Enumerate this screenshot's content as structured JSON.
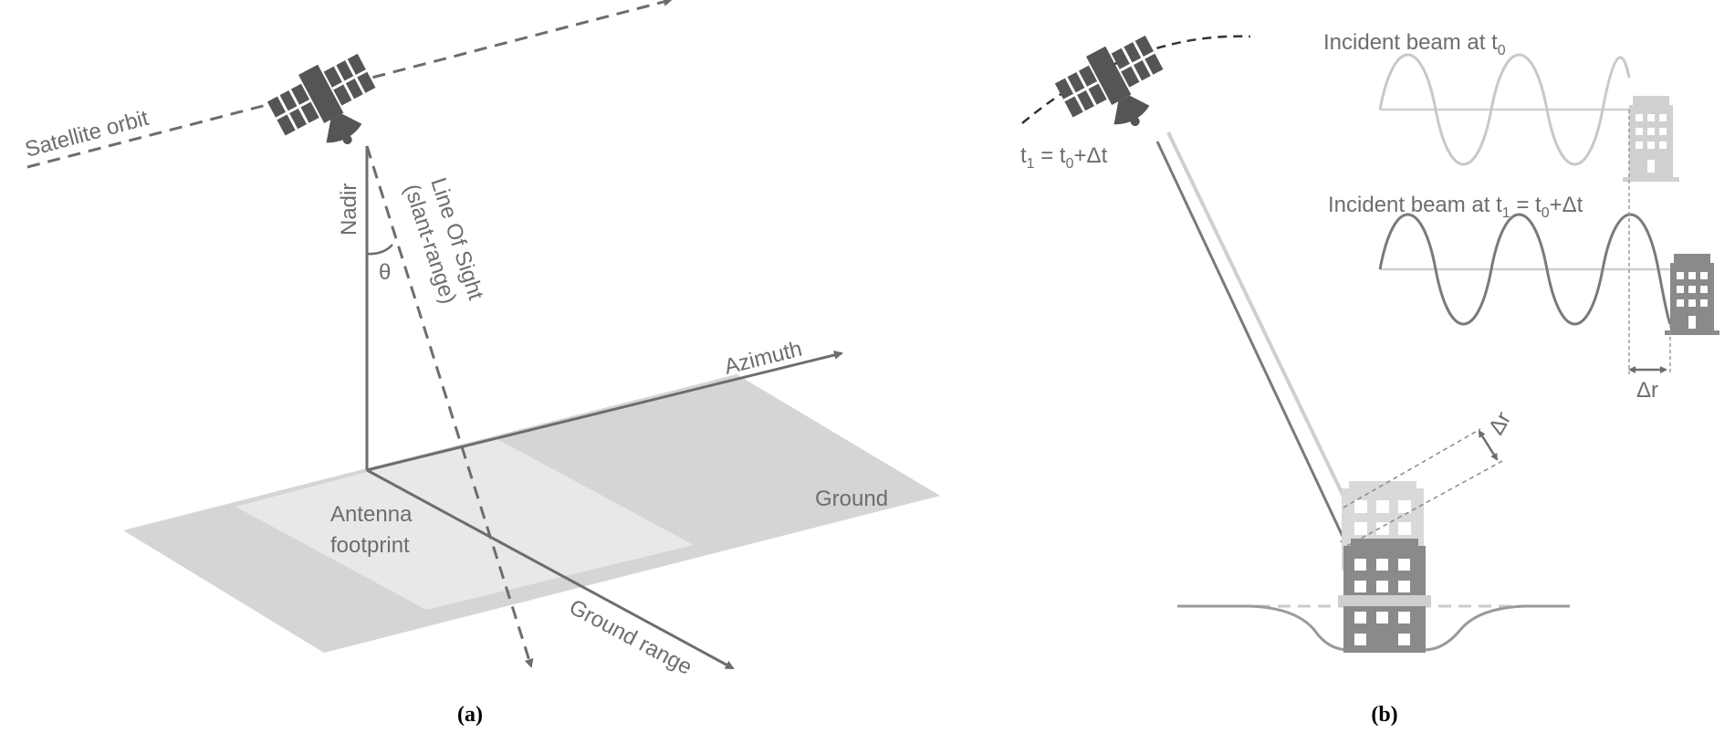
{
  "panel_a": {
    "caption": "(a)",
    "labels": {
      "satellite_orbit": "Satellite orbit",
      "nadir": "Nadir",
      "theta": "θ",
      "line_of_sight_1": "Line Of Sight",
      "line_of_sight_2": "(slant-range)",
      "azimuth": "Azimuth",
      "ground": "Ground",
      "antenna_1": "Antenna",
      "antenna_2": "footprint",
      "ground_range": "Ground range"
    }
  },
  "panel_b": {
    "caption": "(b)",
    "labels": {
      "t1_main": "t",
      "t1_sub": "1",
      "t1_eq": " = t",
      "t1_sub0": "0",
      "t1_rest": "+Δt",
      "beam_t0_main": "Incident beam at t",
      "beam_t0_sub": "0",
      "beam_t1_main": "Incident beam at t",
      "beam_t1_sub": "1",
      "beam_t1_eq": " = t",
      "beam_t1_sub0": "0",
      "beam_t1_rest": "+Δt",
      "delta_r_top": "Δr",
      "delta_r_bottom": "Δr"
    }
  },
  "colors": {
    "line": "#6d6d6d",
    "ground_dark": "#d5d5d5",
    "ground_light": "#e8e8e8",
    "satellite": "#555555",
    "building_light": "#c8c8c8",
    "building_dark": "#8a8a8a"
  }
}
